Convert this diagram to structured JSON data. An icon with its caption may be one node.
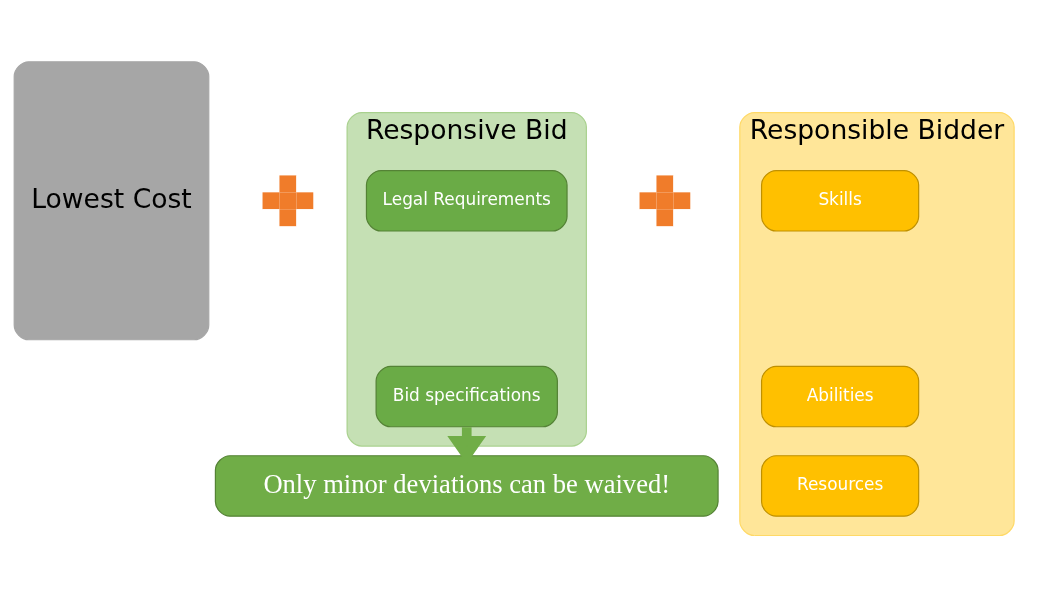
{
  "diagram": {
    "nodes": [
      {
        "text": [
          "Lowest Cost"
        ]
      },
      {
        "text": [],
        "shape": "cross"
      },
      {
        "text": [
          "Responsive Bid"
        ]
      },
      {
        "text": [
          "Legal Requirements"
        ],
        "in": 2
      },
      {
        "text": [
          "Bid specifications"
        ],
        "in": 2
      },
      {
        "text": [],
        "shape": "cross"
      },
      {
        "text": [
          "Responsible Bidder"
        ]
      },
      {
        "text": [
          "Skills"
        ],
        "in": 6
      },
      {
        "text": [
          "Abilities"
        ],
        "in": 6
      },
      {
        "text": [
          "Resources"
        ],
        "in": 6
      },
      {
        "text": [
          "Only minor deviations can be waived!"
        ]
      }
    ],
    "edges": [
      {
        "from": 4,
        "to": 10,
        "arrow": "to"
      }
    ]
  }
}
